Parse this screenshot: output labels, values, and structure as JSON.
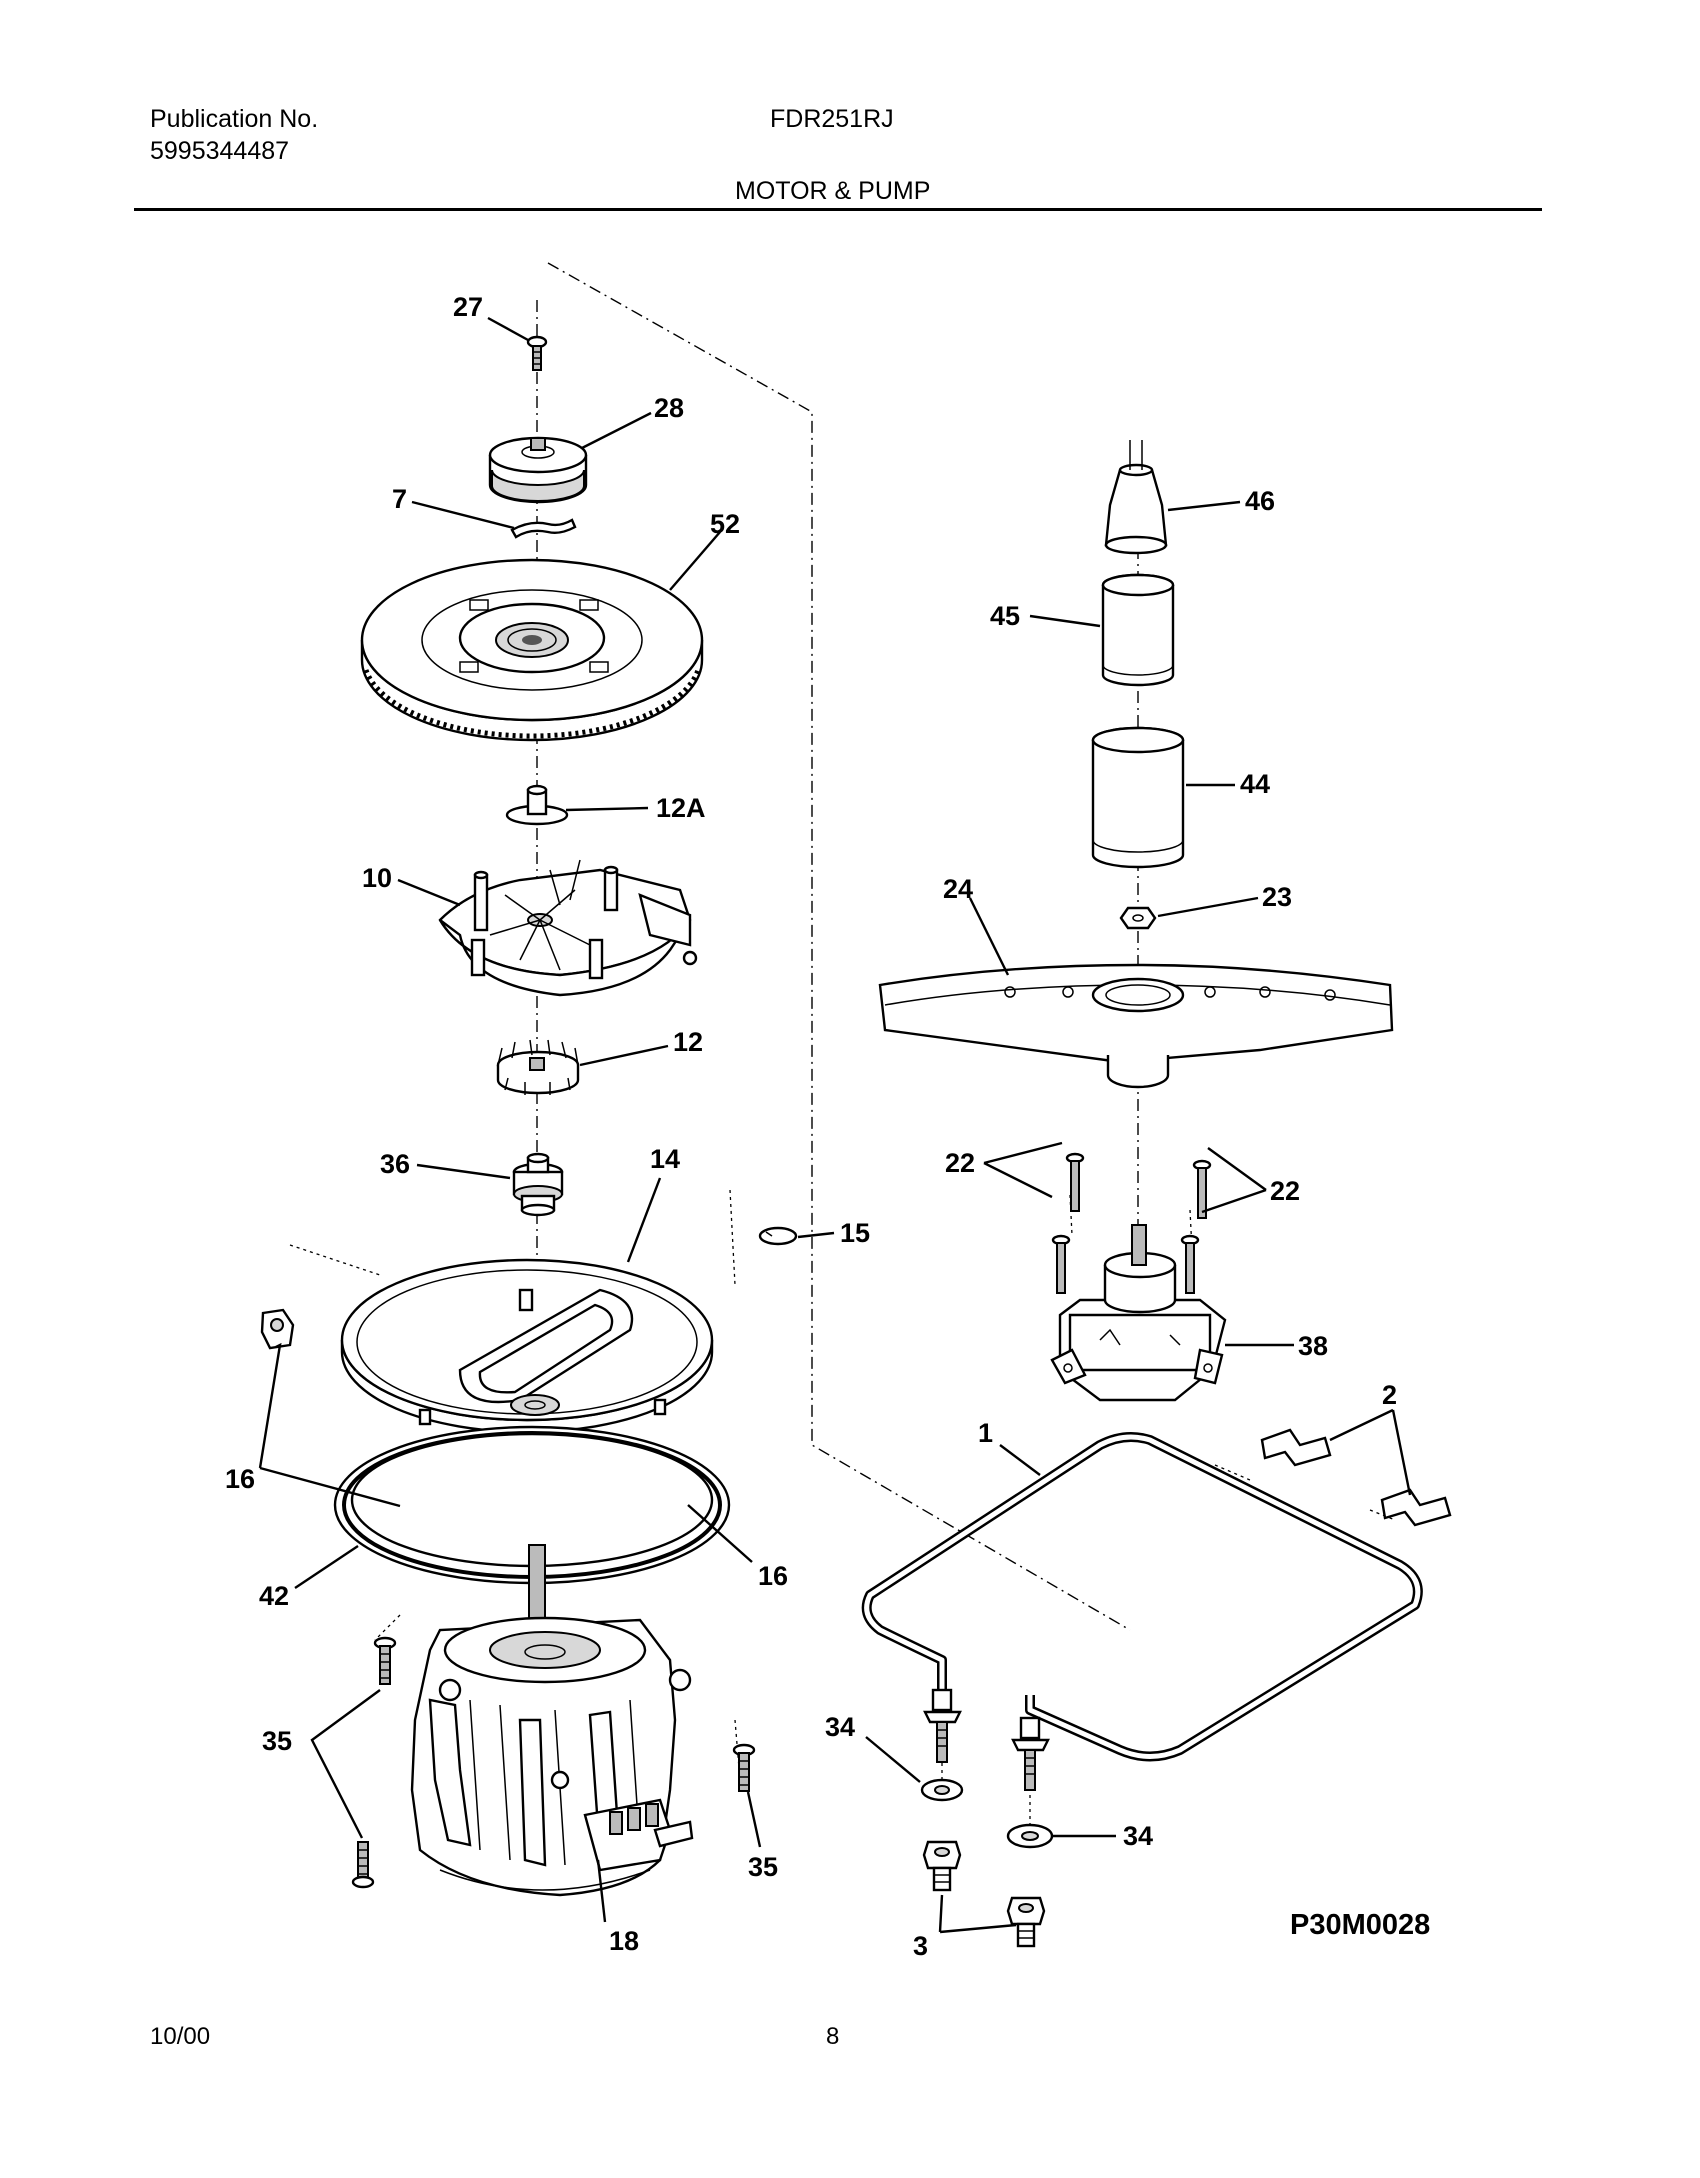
{
  "header": {
    "publication_label": "Publication No.",
    "publication_number": "5995344487",
    "model": "FDR251RJ",
    "section_title": "MOTOR & PUMP"
  },
  "footer": {
    "date": "10/00",
    "page": "8"
  },
  "diagram": {
    "code": "P30M0028",
    "callouts": [
      "27",
      "28",
      "7",
      "52",
      "12A",
      "10",
      "12",
      "36",
      "14",
      "15",
      "16",
      "16",
      "42",
      "35",
      "35",
      "18",
      "46",
      "45",
      "44",
      "24",
      "23",
      "22",
      "22",
      "38",
      "1",
      "2",
      "34",
      "34",
      "3"
    ]
  }
}
